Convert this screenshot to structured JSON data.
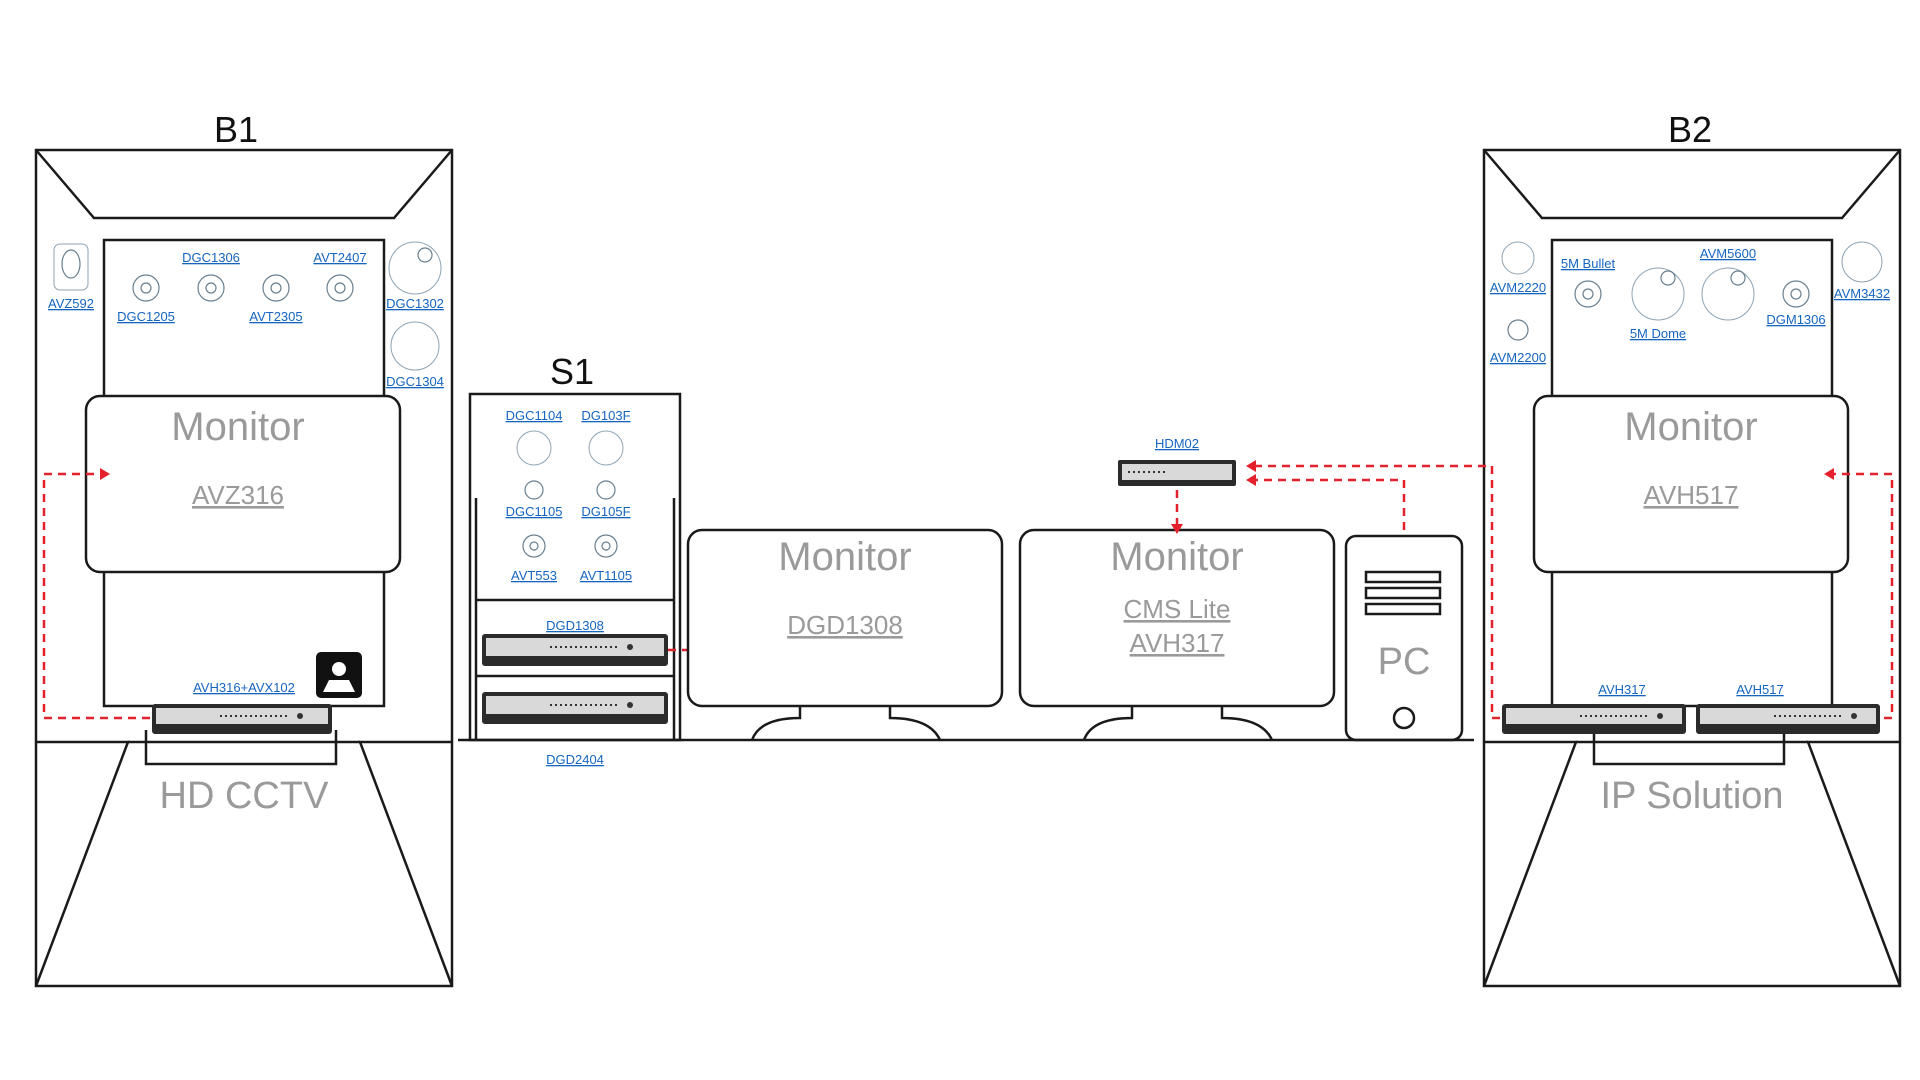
{
  "booths": {
    "b1": {
      "title": "B1",
      "floor_label": "HD CCTV"
    },
    "b2": {
      "title": "B2",
      "floor_label": "IP Solution"
    },
    "s1": {
      "title": "S1"
    }
  },
  "monitors": {
    "b1": {
      "title": "Monitor",
      "model": "AVZ316"
    },
    "s1": {
      "title": "Monitor",
      "model": "DGD1308"
    },
    "cms": {
      "title": "Monitor",
      "line1": "CMS Lite",
      "line2": "AVH317"
    },
    "b2": {
      "title": "Monitor",
      "model": "AVH517"
    }
  },
  "pc": {
    "label": "PC"
  },
  "products": {
    "b1": {
      "avz592": "AVZ592",
      "dgc1306": "DGC1306",
      "avt2407": "AVT2407",
      "dgc1205": "DGC1205",
      "avt2305": "AVT2305",
      "dgc1302": "DGC1302",
      "dgc1304": "DGC1304",
      "recorder": "AVH316+AVX102"
    },
    "s1": {
      "dgc1104": "DGC1104",
      "dg103f": "DG103F",
      "dgc1105": "DGC1105",
      "dg105f": "DG105F",
      "avt553": "AVT553",
      "avt1105": "AVT1105",
      "dgd1308": "DGD1308",
      "dgd2404": "DGD2404"
    },
    "center": {
      "hdm02": "HDM02"
    },
    "b2": {
      "avm2220": "AVM2220",
      "avm2200": "AVM2200",
      "bullet5m": "5M Bullet",
      "avm5600": "AVM5600",
      "dome5m": "5M Dome",
      "dgm1306": "DGM1306",
      "avm3432": "AVM3432",
      "avh317": "AVH317",
      "avh517": "AVH517"
    }
  },
  "colors": {
    "link": "#1565c0",
    "connection": "#e3202c",
    "outline": "#1a1a1a",
    "muted_text": "#9a9a9a"
  },
  "icons": {
    "staff": "person-at-desk-icon",
    "camera": "camera-icon",
    "recorder": "recorder-icon"
  }
}
